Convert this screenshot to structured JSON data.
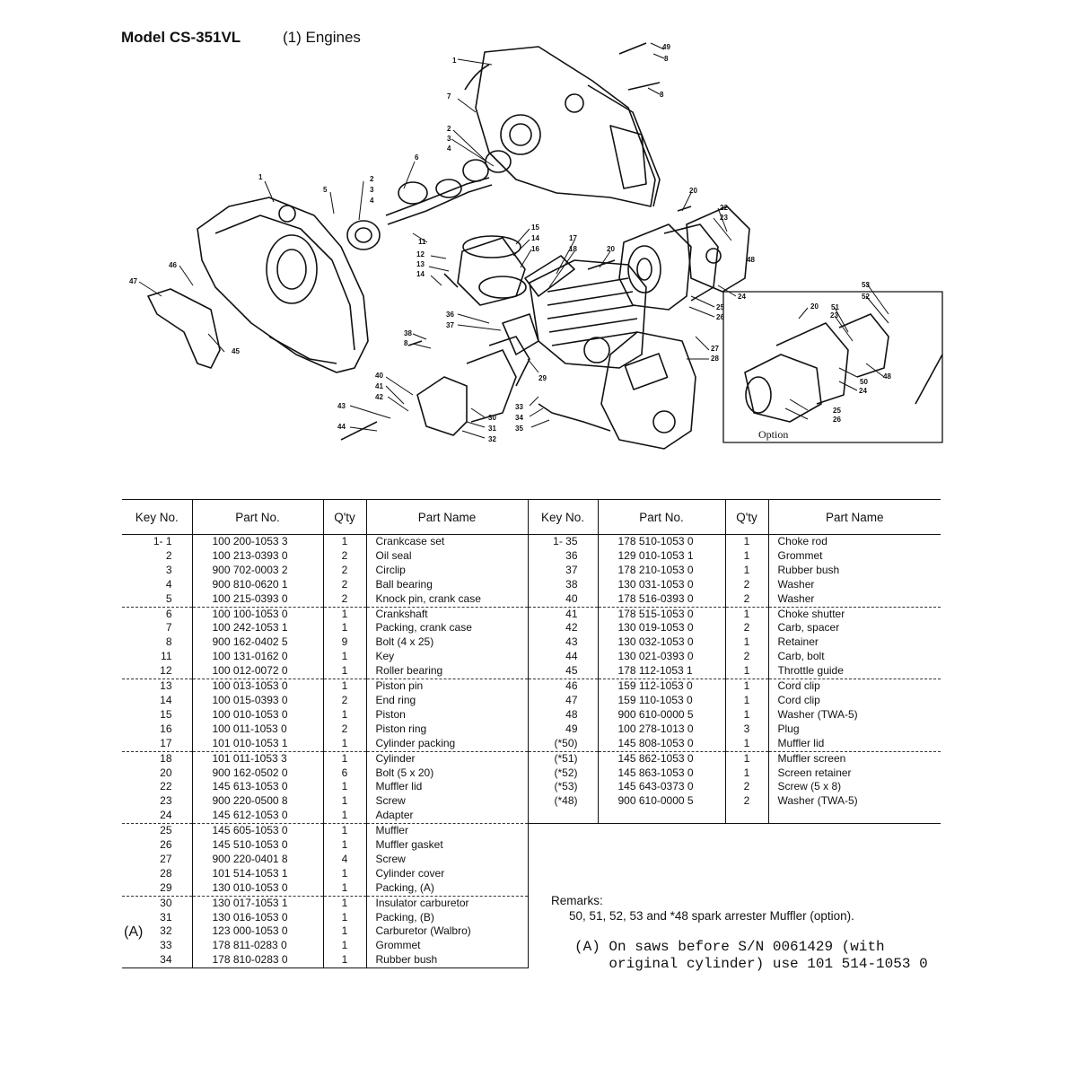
{
  "header": {
    "model_label": "Model CS-351VL",
    "section_label": "(1)  Engines"
  },
  "diagram": {
    "callouts": [
      "1",
      "2",
      "3",
      "4",
      "5",
      "6",
      "7",
      "8",
      "11",
      "12",
      "13",
      "14",
      "15",
      "16",
      "17",
      "18",
      "20",
      "22",
      "23",
      "24",
      "25",
      "26",
      "27",
      "28",
      "29",
      "30",
      "31",
      "32",
      "33",
      "34",
      "35",
      "36",
      "37",
      "38",
      "40",
      "41",
      "42",
      "43",
      "44",
      "45",
      "46",
      "47",
      "48",
      "49",
      "50",
      "51",
      "52",
      "53"
    ],
    "option_label": "Option"
  },
  "table": {
    "headers": [
      "Key No.",
      "Part No.",
      "Q'ty",
      "Part Name"
    ],
    "left_groups": [
      [
        {
          "key": "1- 1",
          "part": "100 200-1053 3",
          "qty": "1",
          "name": "Crankcase set"
        },
        {
          "key": "2",
          "part": "100 213-0393 0",
          "qty": "2",
          "name": "Oil seal"
        },
        {
          "key": "3",
          "part": "900 702-0003 2",
          "qty": "2",
          "name": "Circlip"
        },
        {
          "key": "4",
          "part": "900 810-0620 1",
          "qty": "2",
          "name": "Ball bearing"
        },
        {
          "key": "5",
          "part": "100 215-0393 0",
          "qty": "2",
          "name": "Knock pin, crank case"
        }
      ],
      [
        {
          "key": "6",
          "part": "100 100-1053 0",
          "qty": "1",
          "name": "Crankshaft"
        },
        {
          "key": "7",
          "part": "100 242-1053 1",
          "qty": "1",
          "name": "Packing, crank case"
        },
        {
          "key": "8",
          "part": "900 162-0402 5",
          "qty": "9",
          "name": "Bolt (4 x 25)"
        },
        {
          "key": "11",
          "part": "100 131-0162 0",
          "qty": "1",
          "name": "Key"
        },
        {
          "key": "12",
          "part": "100 012-0072 0",
          "qty": "1",
          "name": "Roller bearing"
        }
      ],
      [
        {
          "key": "13",
          "part": "100 013-1053 0",
          "qty": "1",
          "name": "Piston pin"
        },
        {
          "key": "14",
          "part": "100 015-0393 0",
          "qty": "2",
          "name": "End ring"
        },
        {
          "key": "15",
          "part": "100 010-1053 0",
          "qty": "1",
          "name": "Piston"
        },
        {
          "key": "16",
          "part": "100 011-1053 0",
          "qty": "2",
          "name": "Piston ring"
        },
        {
          "key": "17",
          "part": "101 010-1053 1",
          "qty": "1",
          "name": "Cylinder packing"
        }
      ],
      [
        {
          "key": "18",
          "part": "101 011-1053 3",
          "qty": "1",
          "name": "Cylinder"
        },
        {
          "key": "20",
          "part": "900 162-0502 0",
          "qty": "6",
          "name": "Bolt (5 x 20)"
        },
        {
          "key": "22",
          "part": "145 613-1053 0",
          "qty": "1",
          "name": "Muffler lid"
        },
        {
          "key": "23",
          "part": "900 220-0500 8",
          "qty": "1",
          "name": "Screw"
        },
        {
          "key": "24",
          "part": "145 612-1053 0",
          "qty": "1",
          "name": "Adapter"
        }
      ],
      [
        {
          "key": "25",
          "part": "145 605-1053 0",
          "qty": "1",
          "name": "Muffler"
        },
        {
          "key": "26",
          "part": "145 510-1053 0",
          "qty": "1",
          "name": "Muffler gasket"
        },
        {
          "key": "27",
          "part": "900 220-0401 8",
          "qty": "4",
          "name": "Screw"
        },
        {
          "key": "28",
          "part": "101 514-1053 1",
          "qty": "1",
          "name": "Cylinder cover"
        },
        {
          "key": "29",
          "part": "130 010-1053 0",
          "qty": "1",
          "name": "Packing, (A)"
        }
      ],
      [
        {
          "key": "30",
          "part": "130 017-1053 1",
          "qty": "1",
          "name": "Insulator carburetor"
        },
        {
          "key": "31",
          "part": "130 016-1053 0",
          "qty": "1",
          "name": "Packing, (B)"
        },
        {
          "key": "32",
          "part": "123 000-1053 0",
          "qty": "1",
          "name": "Carburetor (Walbro)"
        },
        {
          "key": "33",
          "part": "178 811-0283 0",
          "qty": "1",
          "name": "Grommet"
        },
        {
          "key": "34",
          "part": "178 810-0283 0",
          "qty": "1",
          "name": "Rubber bush"
        }
      ]
    ],
    "right_groups": [
      [
        {
          "key": "1- 35",
          "part": "178 510-1053 0",
          "qty": "1",
          "name": "Choke rod"
        },
        {
          "key": "36",
          "part": "129 010-1053 1",
          "qty": "1",
          "name": "Grommet"
        },
        {
          "key": "37",
          "part": "178 210-1053 0",
          "qty": "1",
          "name": "Rubber bush"
        },
        {
          "key": "38",
          "part": "130 031-1053 0",
          "qty": "2",
          "name": "Washer"
        },
        {
          "key": "40",
          "part": "178 516-0393 0",
          "qty": "2",
          "name": "Washer"
        }
      ],
      [
        {
          "key": "41",
          "part": "178 515-1053 0",
          "qty": "1",
          "name": "Choke shutter"
        },
        {
          "key": "42",
          "part": "130 019-1053 0",
          "qty": "2",
          "name": "Carb, spacer"
        },
        {
          "key": "43",
          "part": "130 032-1053 0",
          "qty": "1",
          "name": "Retainer"
        },
        {
          "key": "44",
          "part": "130 021-0393 0",
          "qty": "2",
          "name": "Carb, bolt"
        },
        {
          "key": "45",
          "part": "178 112-1053 1",
          "qty": "1",
          "name": "Throttle guide"
        }
      ],
      [
        {
          "key": "46",
          "part": "159 112-1053 0",
          "qty": "1",
          "name": "Cord clip"
        },
        {
          "key": "47",
          "part": "159 110-1053 0",
          "qty": "1",
          "name": "Cord clip"
        },
        {
          "key": "48",
          "part": "900 610-0000 5",
          "qty": "1",
          "name": "Washer (TWA-5)"
        },
        {
          "key": "49",
          "part": "100 278-1013 0",
          "qty": "3",
          "name": "Plug"
        },
        {
          "key": "(*50)",
          "part": "145 808-1053 0",
          "qty": "1",
          "name": "Muffler lid"
        }
      ],
      [
        {
          "key": "(*51)",
          "part": "145 862-1053 0",
          "qty": "1",
          "name": "Muffler screen"
        },
        {
          "key": "(*52)",
          "part": "145 863-1053 0",
          "qty": "1",
          "name": "Screen retainer"
        },
        {
          "key": "(*53)",
          "part": "145 643-0373 0",
          "qty": "2",
          "name": "Screw (5 x 8)"
        },
        {
          "key": "(*48)",
          "part": "900 610-0000 5",
          "qty": "2",
          "name": "Washer (TWA-5)"
        }
      ]
    ]
  },
  "remarks": {
    "title": "Remarks:",
    "line1": "50, 51, 52, 53 and *48 spark arrester Muffler (option).",
    "note": "(A) On saws before S/N 0061429 (with\n    original cylinder) use 101 514-1053 0",
    "mark_a": "(A)"
  }
}
